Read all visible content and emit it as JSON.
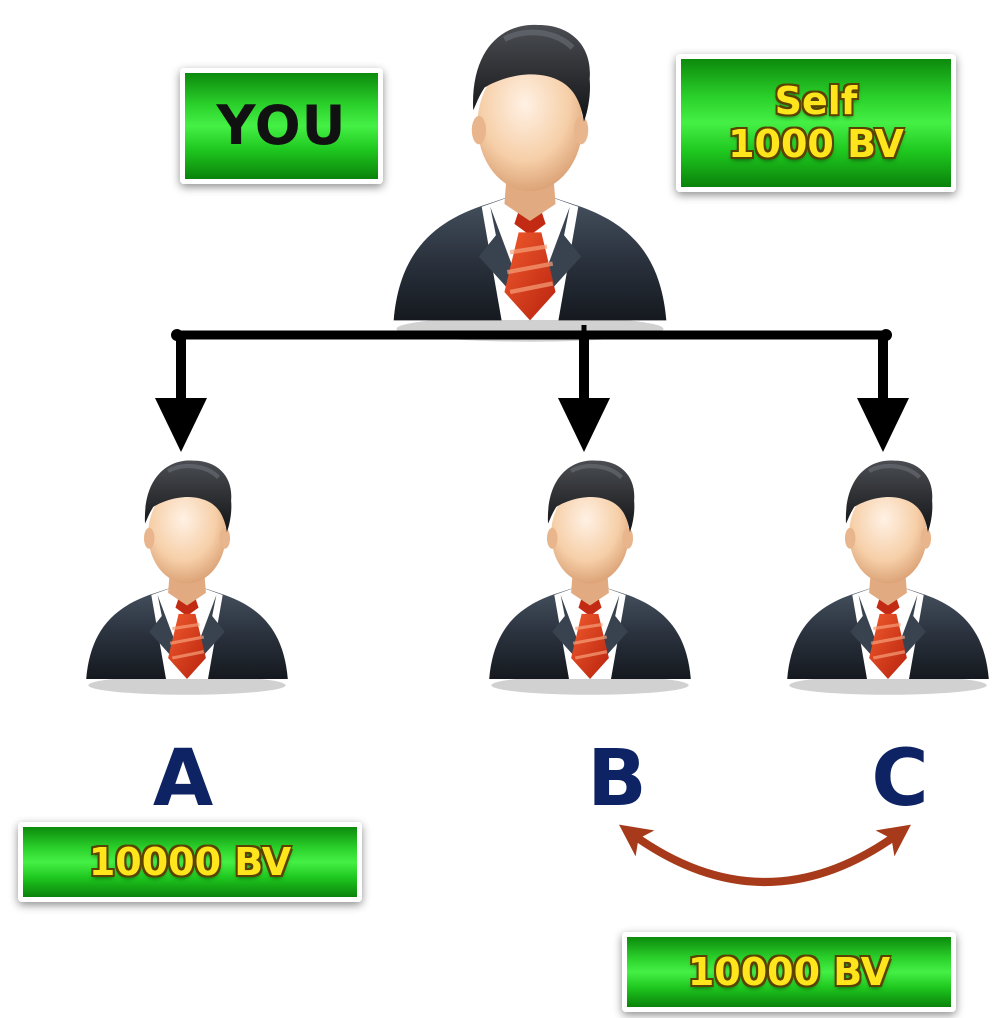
{
  "labels": {
    "you": "YOU",
    "self_line1": "Self",
    "self_line2": "1000 BV",
    "node_a": "A",
    "node_b": "B",
    "node_c": "C",
    "a_bv": "10000 BV",
    "bc_bv": "10000 BV"
  },
  "icons": {
    "person": "businessman-icon",
    "arrow": "down-arrow",
    "exchange": "double-headed-curved-arrow"
  },
  "colors": {
    "tag_green": "#2bd12b",
    "tag_text_gold": "#ffe51c",
    "letter_navy": "#0e2364",
    "arrow_black": "#000000",
    "exchange_arrow": "#a63a1a",
    "tie_red": "#d9361d",
    "suit_dark": "#2c3440"
  }
}
